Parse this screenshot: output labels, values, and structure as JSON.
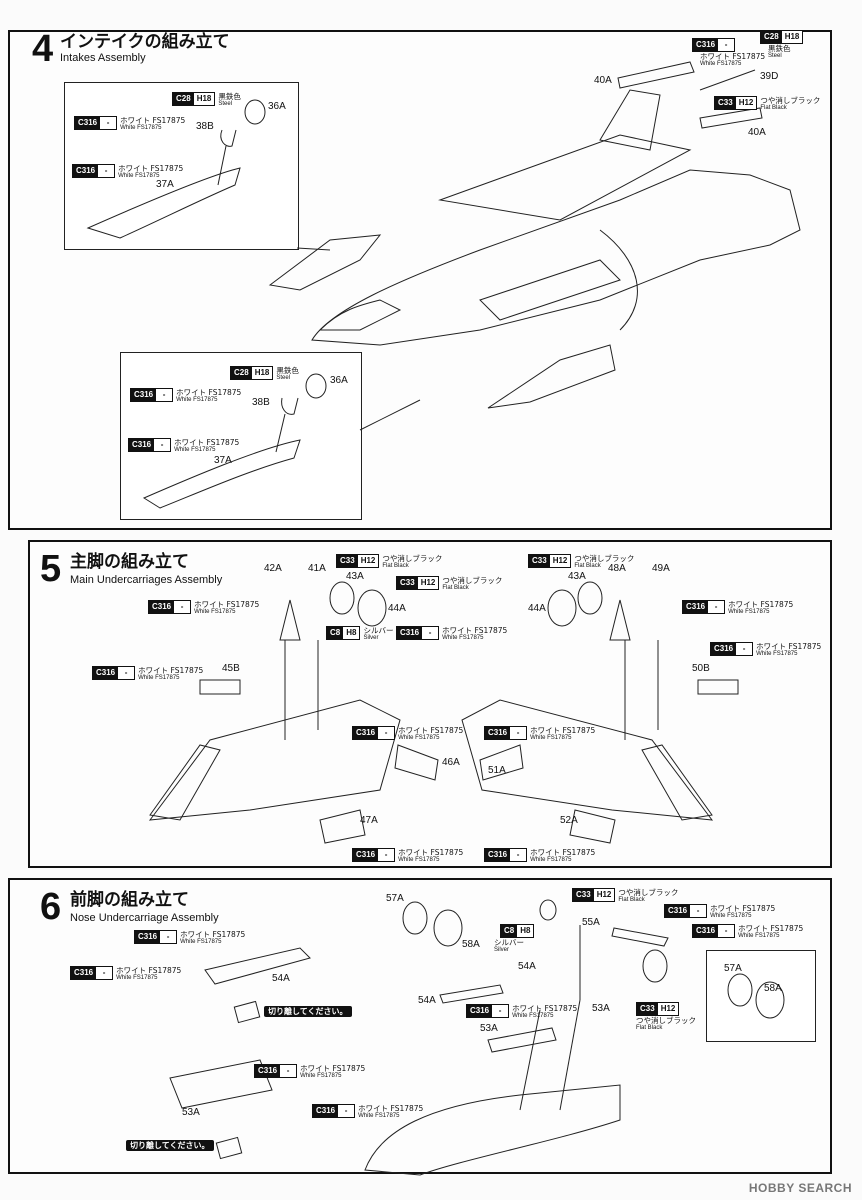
{
  "steps": [
    {
      "number": "4",
      "title_jp": "インテイクの組み立て",
      "title_en": "Intakes Assembly"
    },
    {
      "number": "5",
      "title_jp": "主脚の組み立て",
      "title_en": "Main Undercarriages Assembly"
    },
    {
      "number": "6",
      "title_jp": "前脚の組み立て",
      "title_en": "Nose Undercarriage Assembly"
    }
  ],
  "paints": {
    "white": {
      "code": "C316",
      "h": "-",
      "jp": "ホワイト FS17875",
      "en": "White FS17875"
    },
    "steel": {
      "code": "C28",
      "h": "H18",
      "jp": "黒鉄色",
      "en": "Steel"
    },
    "flat_black": {
      "code": "C33",
      "h": "H12",
      "jp": "つや消しブラック",
      "en": "Flat Black"
    },
    "silver": {
      "code": "C8",
      "h": "H8",
      "jp": "シルバー",
      "en": "Silver"
    }
  },
  "parts": {
    "p36a": "36A",
    "p37a": "37A",
    "p38b": "38B",
    "p39d": "39D",
    "p40a": "40A",
    "p41a": "41A",
    "p42a": "42A",
    "p43a": "43A",
    "p44a": "44A",
    "p45b": "45B",
    "p46a": "46A",
    "p47a": "47A",
    "p48a": "48A",
    "p49a": "49A",
    "p50b": "50B",
    "p51a": "51A",
    "p52a": "52A",
    "p53a": "53A",
    "p54a": "54A",
    "p55a": "55A",
    "p57a": "57A",
    "p58a": "58A"
  },
  "notes": {
    "cut": "切り離してください。"
  },
  "watermark": "HOBBY SEARCH",
  "icons": {
    "scissors": "scissors-icon",
    "cut-piece": "cut-piece-icon"
  }
}
